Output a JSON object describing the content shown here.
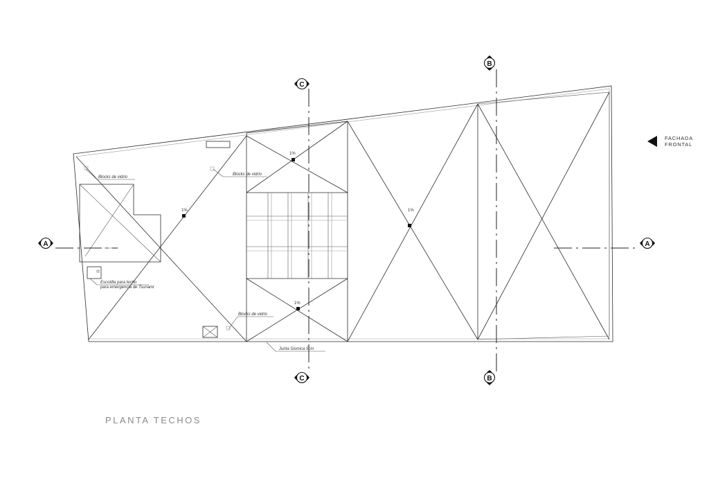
{
  "drawing": {
    "title": "PLANTA TECHOS",
    "facade_label_line1": "FACHADA",
    "facade_label_line2": "FRONTAL"
  },
  "section_markers": {
    "a": "A",
    "b": "B",
    "c": "C"
  },
  "slopes": {
    "left": "1%",
    "center_top": "1%",
    "center_bottom": "1%",
    "right": "1%"
  },
  "annotations": {
    "blocks_left": "Blocks de vidrio",
    "blocks_top": "Blocks de vidrio",
    "blocks_bottom": "Blocks de vidrio",
    "escotilla_line1": "Escotilla para techo",
    "escotilla_line2": "para emergencia de Tsunami",
    "junta": "Junta Sismica 5cm"
  }
}
